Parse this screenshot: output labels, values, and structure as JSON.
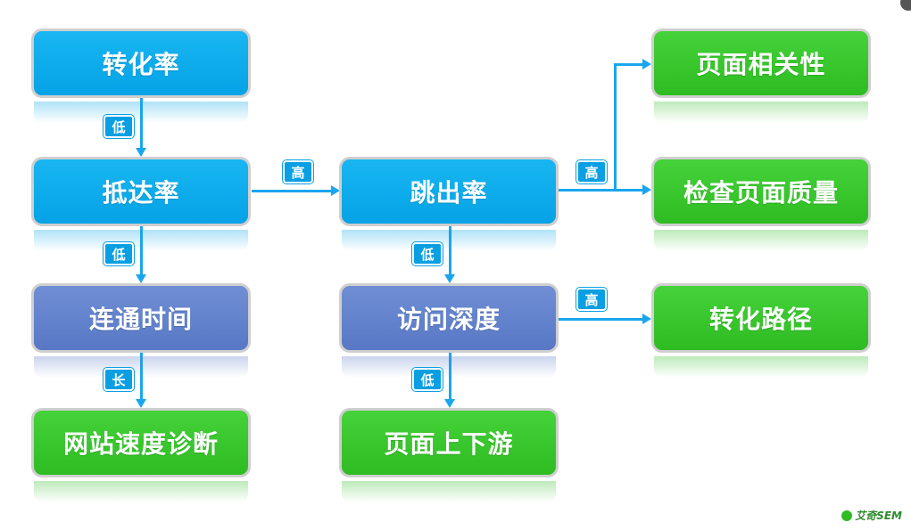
{
  "nodes": {
    "conversion_rate": "转化率",
    "arrival_rate": "抵达率",
    "bounce_rate": "跳出率",
    "connect_time": "连通时间",
    "visit_depth": "访问深度",
    "site_speed_diagnosis": "网站速度诊断",
    "page_up_down_stream": "页面上下游",
    "page_relevance": "页面相关性",
    "check_page_quality": "检查页面质量",
    "conversion_path": "转化路径"
  },
  "labels": {
    "low_1": "低",
    "low_2": "低",
    "long": "长",
    "high_1": "高",
    "high_2": "高",
    "low_3": "低",
    "low_4": "低",
    "high_3": "高"
  },
  "logo_text": "艾奇SEM",
  "colors": {
    "blue_node": "#05a2e6",
    "navy_node": "#5878c6",
    "green_node": "#2ebc22",
    "connector": "#1aa6ee"
  }
}
